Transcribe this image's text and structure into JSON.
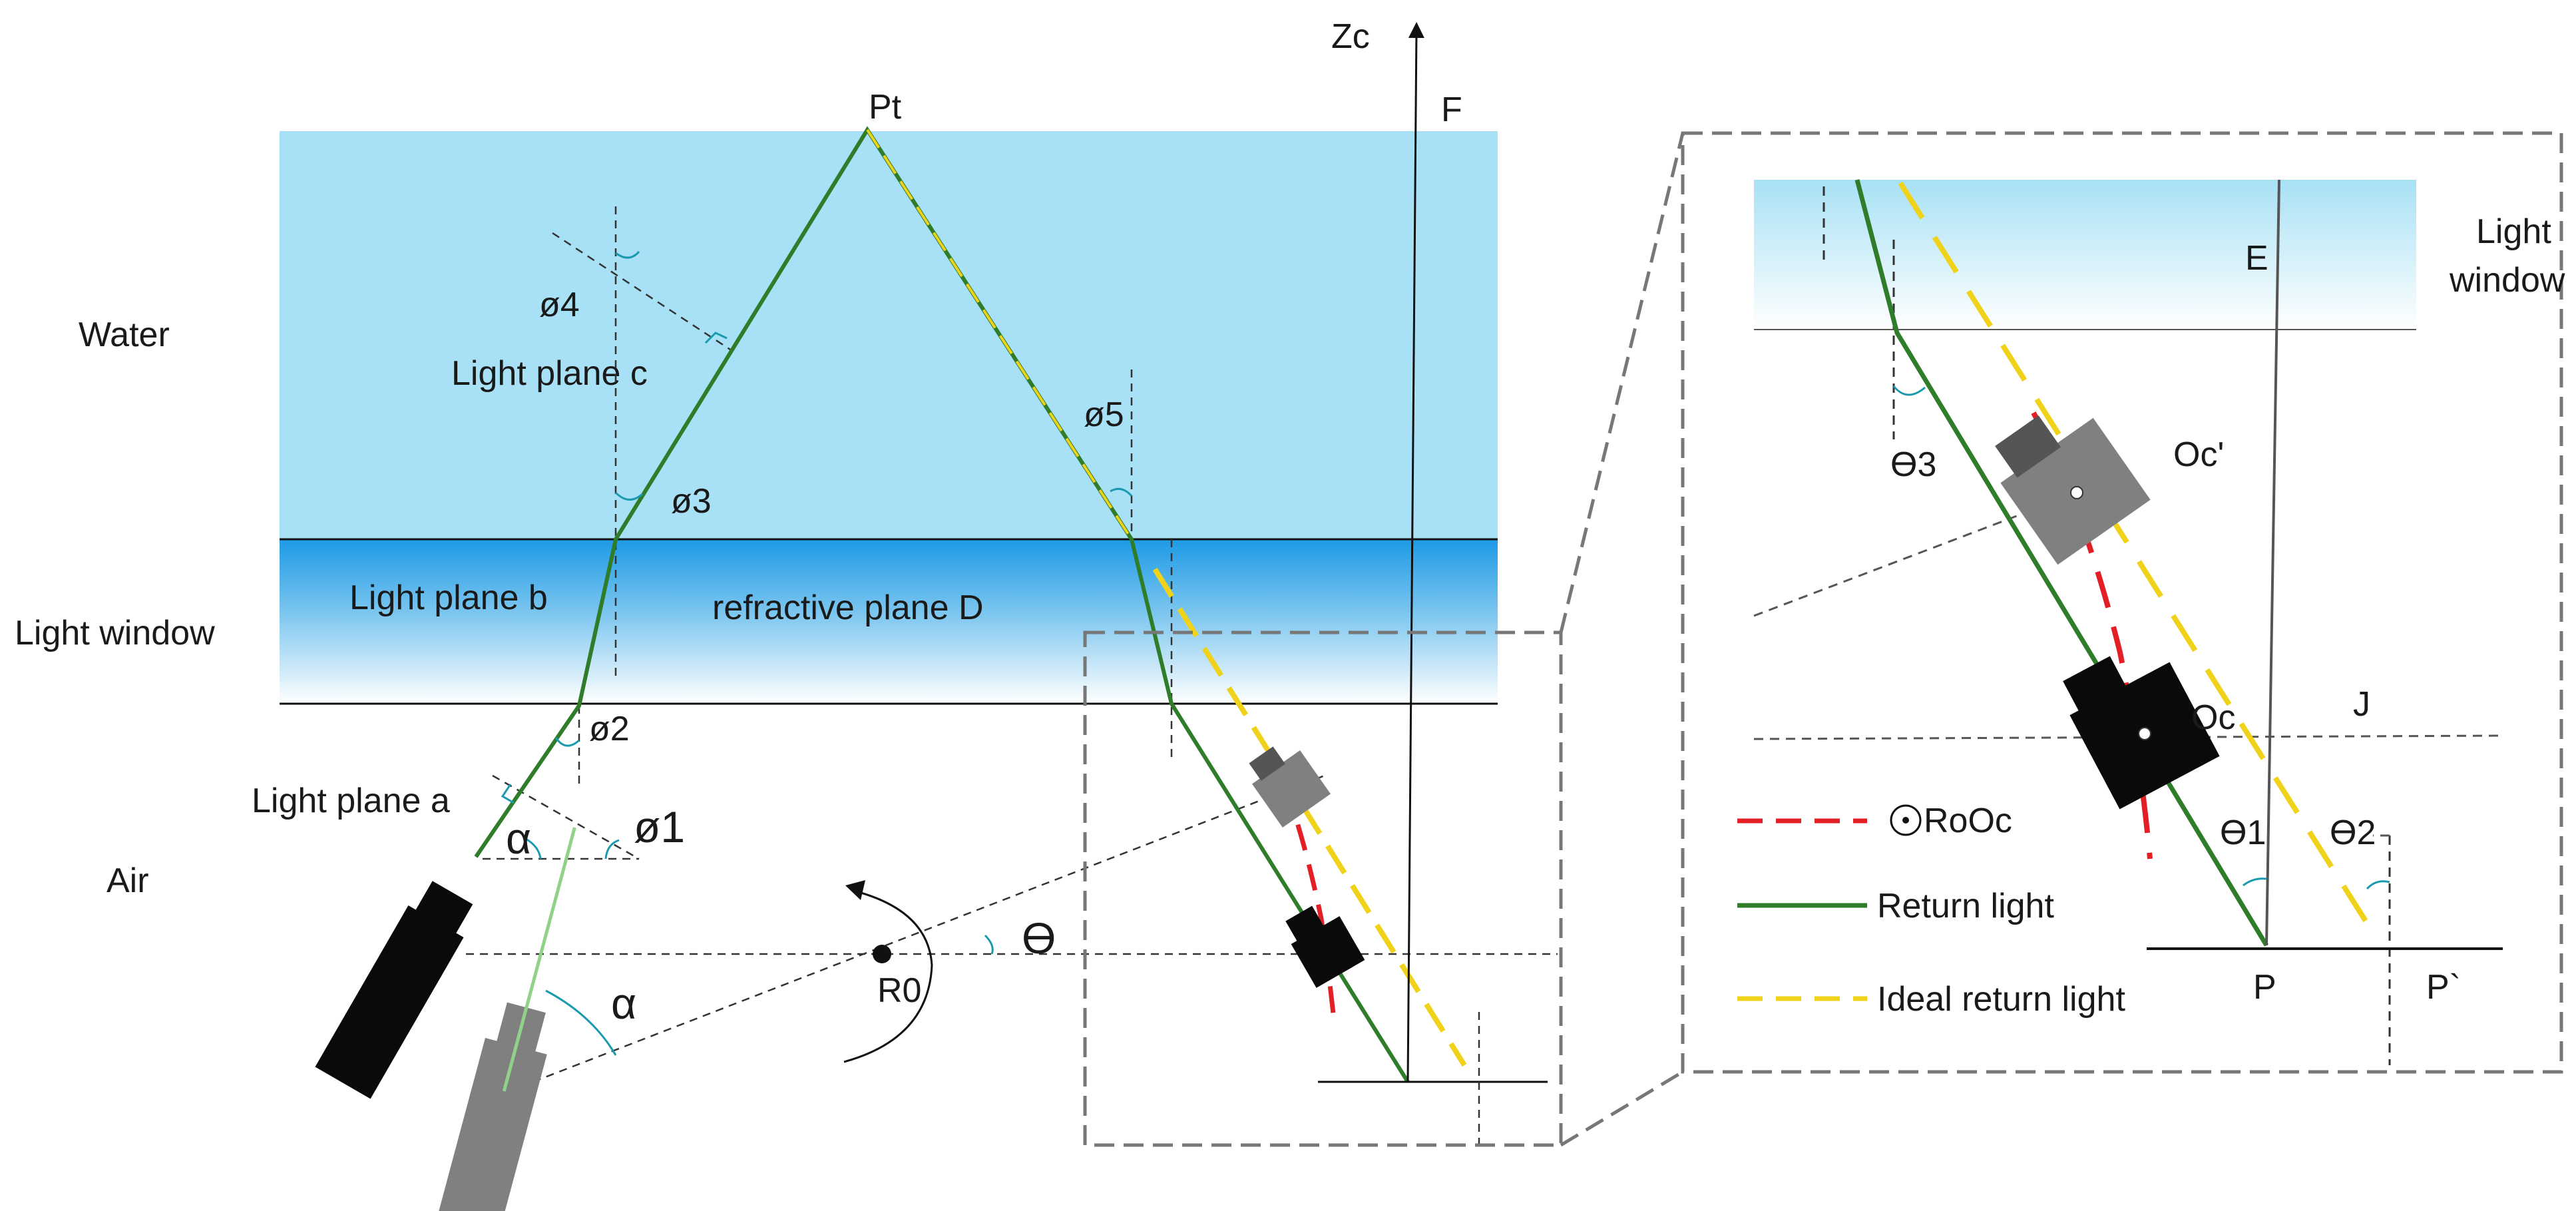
{
  "regions": {
    "water": "Water",
    "light_window": "Light window",
    "air": "Air"
  },
  "planes": {
    "a": "Light plane a",
    "b": "Light plane b",
    "c": "Light plane c",
    "d": "refractive plane D"
  },
  "points": {
    "pt": "Pt",
    "r0": "R0",
    "zc": "Zc",
    "f": "F",
    "e": "E",
    "j": "J",
    "p": "P",
    "p_prime": "P`",
    "oc": "Oc",
    "oc_prime": "Oc'"
  },
  "angles": {
    "phi1": "ø1",
    "phi2": "ø2",
    "phi3": "ø3",
    "phi4": "ø4",
    "phi5": "ø5",
    "alpha": "α",
    "theta": "Ɵ",
    "theta1": "Ɵ1",
    "theta2": "Ɵ2",
    "theta3": "Ɵ3"
  },
  "inset": {
    "light_window_line1": "Light",
    "light_window_line2": "window"
  },
  "legend": {
    "items": [
      {
        "label": "⊙RoOc",
        "style": "red-dashed"
      },
      {
        "label": "Return light",
        "style": "green-solid"
      },
      {
        "label": "Ideal return light",
        "style": "yellow-dashed"
      }
    ]
  },
  "colors": {
    "water": "#a8e1f5",
    "window_top": "#1e9ae6",
    "ray_green": "#2f7d2a",
    "ray_yellow": "#f0d21a",
    "ray_red": "#e31e24",
    "camera_black": "#0a0a0a",
    "camera_gray": "#808080",
    "angle_arc": "#1a9ab0"
  }
}
